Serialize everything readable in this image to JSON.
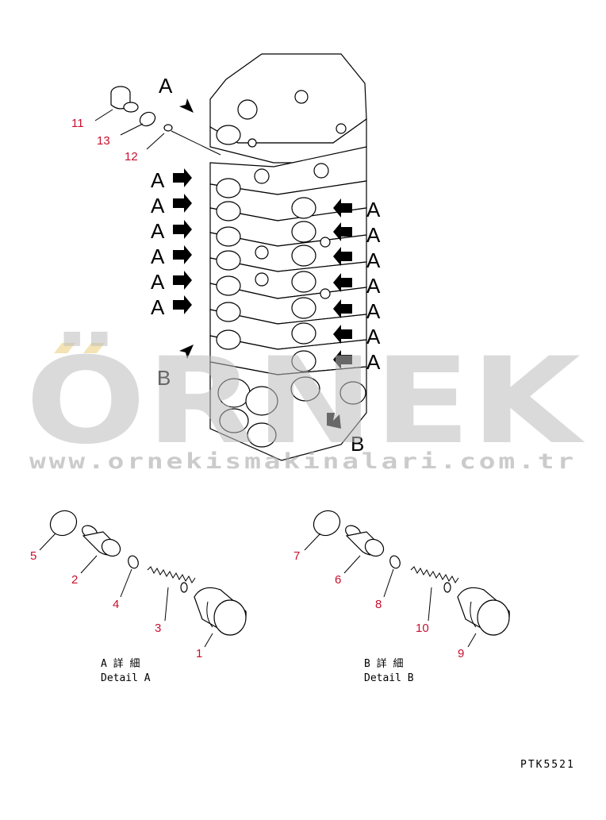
{
  "labels": {
    "a": "A",
    "b": "B"
  },
  "part_numbers": [
    "1",
    "2",
    "3",
    "4",
    "5",
    "6",
    "7",
    "8",
    "9",
    "10",
    "11",
    "12",
    "13"
  ],
  "captions": {
    "detail_a_jp": "A 詳 細",
    "detail_a_en": "Detail A",
    "detail_b_jp": "B 詳 細",
    "detail_b_en": "Detail B"
  },
  "drawing_ref": "PTK5521",
  "watermark": {
    "word": "ÖRNEK",
    "url": "www.ornekismakinalari.com.tr"
  },
  "colors": {
    "part_number": "#c8102e",
    "line": "#000000",
    "watermark": "#bdbdbd",
    "watermark_accent": "#f3e3b5"
  }
}
